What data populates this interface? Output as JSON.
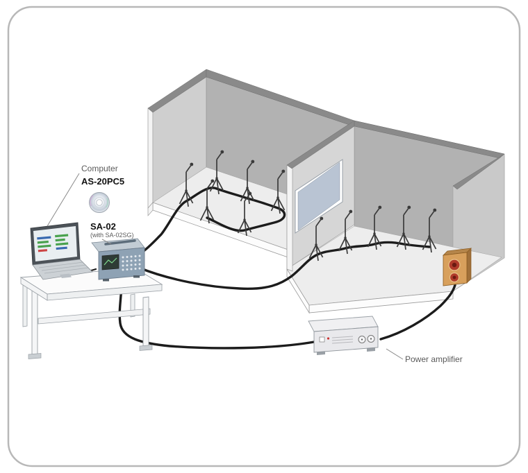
{
  "figure": {
    "type": "measurement-system-diagram",
    "labels": {
      "computer": "Computer",
      "software": "AS-20PC5",
      "analyzer": "SA-02",
      "analyzer_note": "(with SA-02SG)",
      "amplifier": "Power amplifier"
    },
    "scene": {
      "rooms": [
        {
          "name": "receiving-room",
          "microphone_count": 6
        },
        {
          "name": "source-room",
          "microphone_count": 5,
          "has_speaker": true
        }
      ],
      "window_between_rooms": true,
      "equipment": [
        "laptop-computer",
        "software-cd",
        "sa-02-analyzer",
        "desk",
        "power-amplifier",
        "loudspeaker",
        "microphones-on-tripods",
        "cables"
      ]
    }
  },
  "colors": {
    "wall-top": "#8a8a8a",
    "wall-side": "#b2b2b2",
    "wall-light": "#cfcfcf",
    "wall-divider": "#d6d6d6",
    "floor": "#ededed",
    "slab": "#fcfcfc",
    "window-glass": "#b9c4d3",
    "cable": "#1c1c1c",
    "label-gray": "#5a5a5a",
    "label-black": "#111111",
    "speaker-cabinet": "#d8a05c",
    "speaker-cone": "#b03a2a",
    "analyzer-body": "#8ea2b4",
    "analyzer-top": "#c2ccd4",
    "amp-body": "#e9e9ec",
    "desk": "#fbfbfb",
    "screen-bar-green": "#4aa24e",
    "border": "#b8b8b8"
  }
}
